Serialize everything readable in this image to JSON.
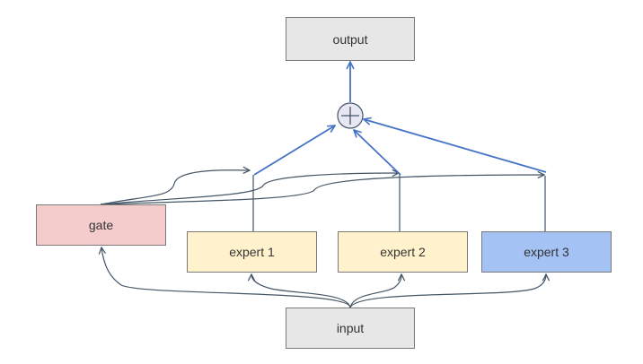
{
  "nodes": {
    "output": {
      "label": "output",
      "fill": "#e7e7e7"
    },
    "gate": {
      "label": "gate",
      "fill": "#f4cccc"
    },
    "expert_1": {
      "label": "expert 1",
      "fill": "#fff2cc"
    },
    "expert_2": {
      "label": "expert 2",
      "fill": "#fff2cc"
    },
    "expert_3": {
      "label": "expert 3",
      "fill": "#a4c2f4"
    },
    "input": {
      "label": "input",
      "fill": "#e7e7e7"
    },
    "sum": {
      "symbol": "plus",
      "fill": "#e8e8f4"
    }
  },
  "edge_colors": {
    "expert_paths": "#4472c4",
    "input_and_gate_paths": "#445566"
  },
  "edges": [
    {
      "from": "input",
      "to": "gate"
    },
    {
      "from": "input",
      "to": "expert 1"
    },
    {
      "from": "input",
      "to": "expert 2"
    },
    {
      "from": "input",
      "to": "expert 3"
    },
    {
      "from": "gate",
      "to": "expert 1"
    },
    {
      "from": "gate",
      "to": "expert 2"
    },
    {
      "from": "gate",
      "to": "expert 3"
    },
    {
      "from": "expert 1",
      "to": "sum"
    },
    {
      "from": "expert 2",
      "to": "sum"
    },
    {
      "from": "expert 3",
      "to": "sum"
    },
    {
      "from": "sum",
      "to": "output"
    }
  ]
}
